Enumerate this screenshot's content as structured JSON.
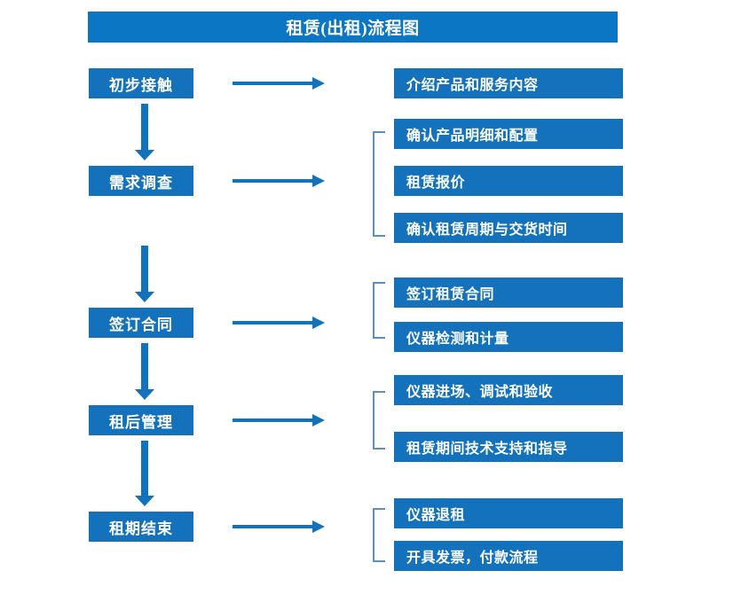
{
  "title": "租赁(出租)流程图",
  "colors": {
    "title_bar": "#0b76c3",
    "box_fill": "#1472bd",
    "arrow": "#1272bb",
    "bracket": "#5b8fc0",
    "text": "#ffffff",
    "background": "#ffffff"
  },
  "stages": [
    {
      "label": "初步接触"
    },
    {
      "label": "需求调查"
    },
    {
      "label": "签订合同"
    },
    {
      "label": "租后管理"
    },
    {
      "label": "租期结束"
    }
  ],
  "details": [
    {
      "label": "介绍产品和服务内容"
    },
    {
      "label": "确认产品明细和配置"
    },
    {
      "label": "租赁报价"
    },
    {
      "label": "确认租赁周期与交货时间"
    },
    {
      "label": "签订租赁合同"
    },
    {
      "label": "仪器检测和计量"
    },
    {
      "label": "仪器进场、调试和验收"
    },
    {
      "label": "租赁期间技术支持和指导"
    },
    {
      "label": "仪器退租"
    },
    {
      "label": "开具发票，付款流程"
    }
  ],
  "groups": [
    {
      "stage": "初步接触",
      "details": [
        "介绍产品和服务内容"
      ],
      "bracket": false
    },
    {
      "stage": "需求调查",
      "details": [
        "确认产品明细和配置",
        "租赁报价",
        "确认租赁周期与交货时间"
      ],
      "bracket": true
    },
    {
      "stage": "签订合同",
      "details": [
        "签订租赁合同",
        "仪器检测和计量"
      ],
      "bracket": true
    },
    {
      "stage": "租后管理",
      "details": [
        "仪器进场、调试和验收",
        "租赁期间技术支持和指导"
      ],
      "bracket": true
    },
    {
      "stage": "租期结束",
      "details": [
        "仪器退租",
        "开具发票，付款流程"
      ],
      "bracket": true
    }
  ]
}
